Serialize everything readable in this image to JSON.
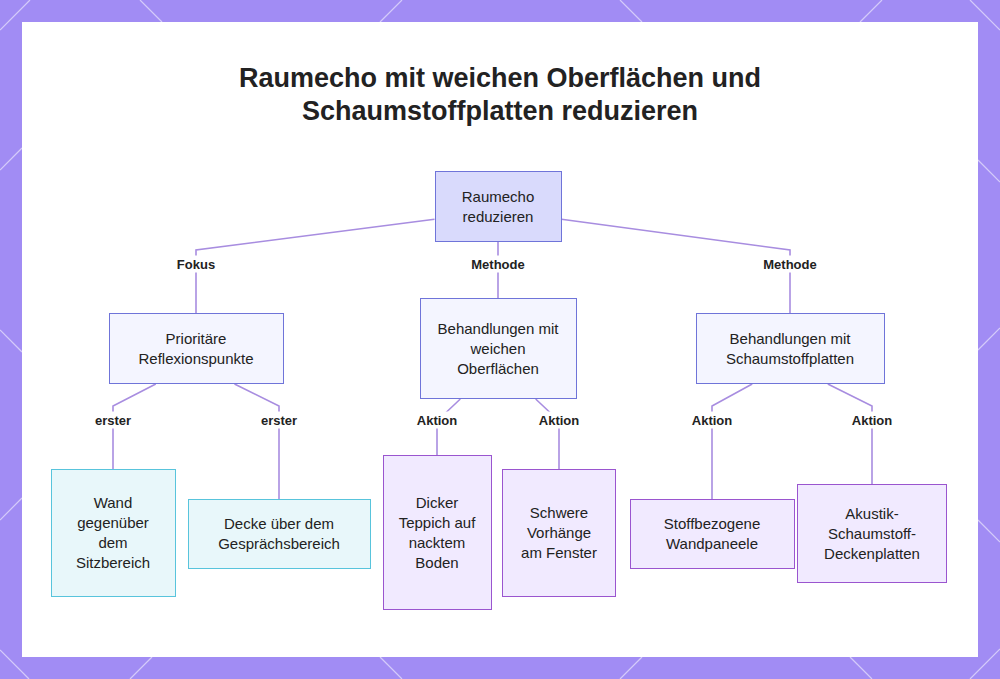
{
  "diagram": {
    "title": "Raumecho mit weichen Oberflächen und Schaumstoffplatten reduzieren",
    "nodes": [
      {
        "text": [
          "Raumecho reduzieren"
        ]
      },
      {
        "text": [
          "Prioritäre Reflexionspunkte"
        ]
      },
      {
        "text": [
          "Behandlungen mit weichen Oberflächen"
        ]
      },
      {
        "text": [
          "Behandlungen mit Schaumstoffplatten"
        ]
      },
      {
        "text": [
          "Wand gegenüber dem Sitzbereich"
        ]
      },
      {
        "text": [
          "Decke über dem Gesprächsbereich"
        ]
      },
      {
        "text": [
          "Dicker Teppich auf nacktem Boden"
        ]
      },
      {
        "text": [
          "Schwere Vorhänge am Fenster"
        ]
      },
      {
        "text": [
          "Stoffbezogene Wandpaneele"
        ]
      },
      {
        "text": [
          "Akustik-Schaumstoff-Deckenplatten"
        ]
      }
    ],
    "edges": [
      {
        "from": 0,
        "to": 1,
        "label": "Fokus",
        "arrow": "none"
      },
      {
        "from": 0,
        "to": 2,
        "label": "Methode",
        "arrow": "none"
      },
      {
        "from": 0,
        "to": 3,
        "label": "Methode",
        "arrow": "none"
      },
      {
        "from": 1,
        "to": 4,
        "label": "erster",
        "arrow": "none"
      },
      {
        "from": 1,
        "to": 5,
        "label": "erster",
        "arrow": "none"
      },
      {
        "from": 2,
        "to": 6,
        "label": "Aktion",
        "arrow": "none"
      },
      {
        "from": 2,
        "to": 7,
        "label": "Aktion",
        "arrow": "none"
      },
      {
        "from": 3,
        "to": 8,
        "label": "Aktion",
        "arrow": "none"
      },
      {
        "from": 3,
        "to": 9,
        "label": "Aktion",
        "arrow": "none"
      }
    ]
  }
}
